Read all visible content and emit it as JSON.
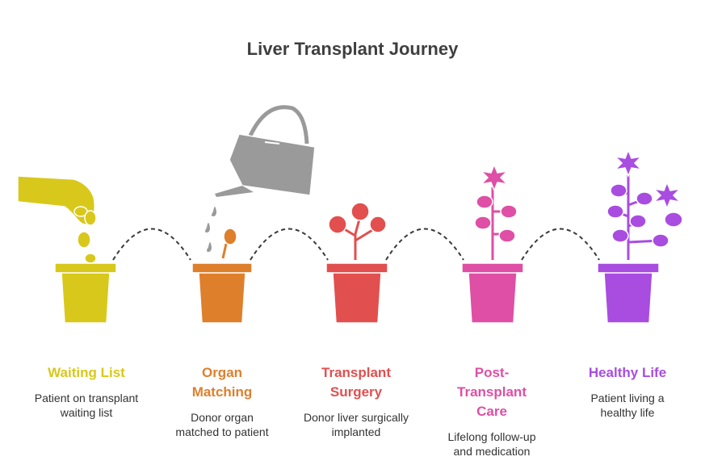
{
  "title": "Liver Transplant Journey",
  "steps": [
    {
      "label": "Waiting List",
      "description": "Patient on transplant\nwaiting list",
      "color": "#d8c81b"
    },
    {
      "label": "Organ\nMatching",
      "description": "Donor organ\nmatched to patient",
      "color": "#de7f2c"
    },
    {
      "label": "Transplant\nSurgery",
      "description": "Donor liver surgically\nimplanted",
      "color": "#e24f4f"
    },
    {
      "label": "Post-\nTransplant\nCare",
      "description": "Lifelong follow-up\nand medication",
      "color": "#de4fa5"
    },
    {
      "label": "Healthy Life",
      "description": "Patient living a\nhealthy life",
      "color": "#a84de0"
    }
  ],
  "icons": {
    "hand": "hand-dropping-seeds-icon",
    "can": "watering-can-icon",
    "pot": "flower-pot-icon"
  }
}
